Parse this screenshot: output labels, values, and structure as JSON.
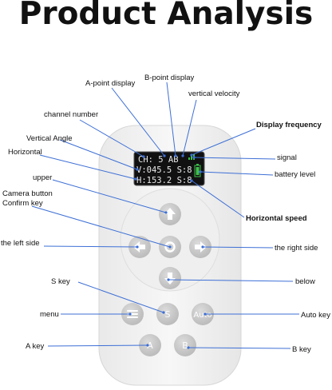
{
  "title": "Product Analysis",
  "screen": {
    "line1": "CH: 5  AB",
    "line2": "V:045.5 S:8",
    "line3": "H:153.2 S:8"
  },
  "buttons": {
    "s_key_label": "S",
    "auto_key_label": "Auto",
    "a_key_label": "A",
    "b_key_label": "B"
  },
  "labels": {
    "a_point_display": "A-point display",
    "b_point_display": "B-point display",
    "vertical_velocity": "vertical velocity",
    "channel_number": "channel number",
    "display_frequency": "Display frequency",
    "vertical_angle": "Vertical Angle",
    "signal": "signal",
    "horizontal": "Horizontal",
    "battery_level": "battery level",
    "upper": "upper",
    "camera_button": "Camera button",
    "confirm_key": "Confirm key",
    "horizontal_speed": "Horizontal speed",
    "left_side": "the left side",
    "right_side": "the right side",
    "s_key": "S key",
    "below": "below",
    "menu": "menu",
    "auto_key": "Auto key",
    "a_key": "A key",
    "b_key": "B key"
  },
  "colors": {
    "leader_line": "#3d6fd6",
    "button_fill": "#c9c9c9",
    "screen_bg": "#111111",
    "battery_green": "#3fc04a"
  }
}
